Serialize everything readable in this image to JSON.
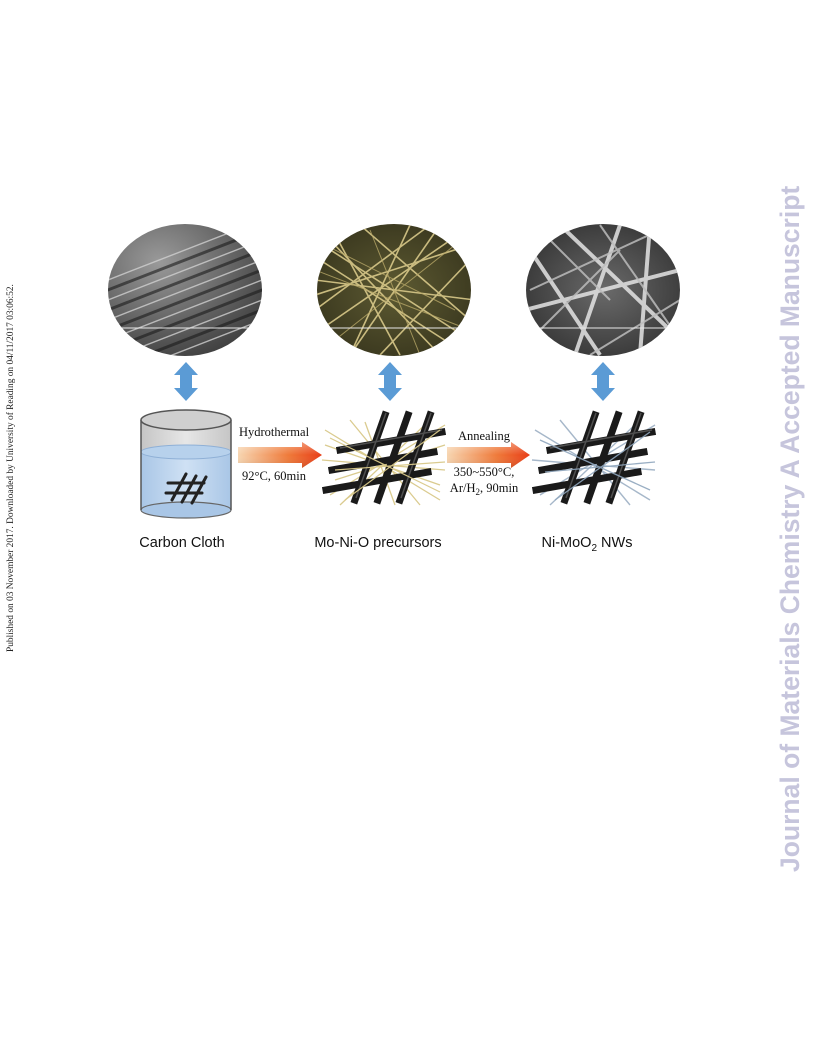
{
  "side_note": "Published on 03 November 2017. Downloaded by University of Reading on 04/11/2017 03:06:52.",
  "watermark": "Journal of Materials Chemistry A Accepted Manuscript",
  "scheme": {
    "stages": [
      {
        "label": "Carbon Cloth"
      },
      {
        "label": "Mo-Ni-O precursors"
      },
      {
        "label_pre": "Ni-MoO",
        "label_sub": "2",
        "label_post": " NWs"
      }
    ],
    "step1": {
      "top": "Hydrothermal",
      "bottom": "92°C, 60min"
    },
    "step2": {
      "top": "Annealing",
      "bottom1": "350~550°C,",
      "bottom2_pre": "Ar/H",
      "bottom2_sub": "2",
      "bottom2_post": ", 90min"
    }
  },
  "colors": {
    "arrow_blue": "#5b9bd5",
    "process_arrow_start": "#f7d5b0",
    "process_arrow_end": "#e83d17",
    "watermark": "#c6c5dc",
    "precursor_yellow": "#d9c98a"
  }
}
